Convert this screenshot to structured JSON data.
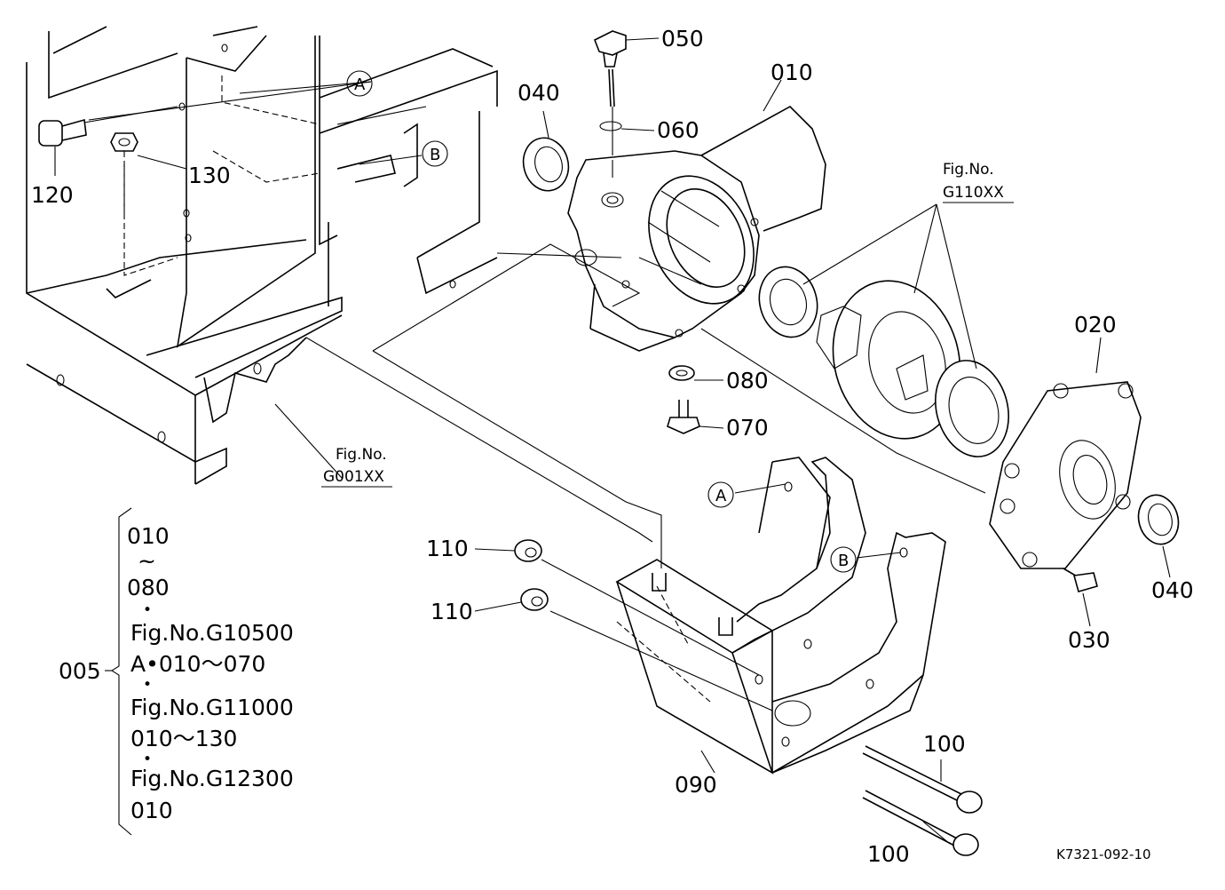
{
  "callouts": [
    {
      "id": "c050",
      "text": "050"
    },
    {
      "id": "c010",
      "text": "010"
    },
    {
      "id": "c040a",
      "text": "040"
    },
    {
      "id": "c060",
      "text": "060"
    },
    {
      "id": "c130",
      "text": "130"
    },
    {
      "id": "c120",
      "text": "120"
    },
    {
      "id": "c020",
      "text": "020"
    },
    {
      "id": "c080",
      "text": "080"
    },
    {
      "id": "c070",
      "text": "070"
    },
    {
      "id": "c110a",
      "text": "110"
    },
    {
      "id": "c110b",
      "text": "110"
    },
    {
      "id": "c040b",
      "text": "040"
    },
    {
      "id": "c030",
      "text": "030"
    },
    {
      "id": "c100a",
      "text": "100"
    },
    {
      "id": "c090",
      "text": "090"
    },
    {
      "id": "c100b",
      "text": "100"
    },
    {
      "id": "c005",
      "text": "005"
    }
  ],
  "figure_refs": {
    "g110_line1": "Fig.No.",
    "g110_line2": "G110XX",
    "g001_line1": "Fig.No.",
    "g001_line2": "G001XX"
  },
  "ref_marks": {
    "a_top": "A",
    "b_top": "B",
    "a_bracket": "A",
    "b_bracket": "B"
  },
  "assembly_list": [
    "010",
    "~",
    "080",
    "•",
    "Fig.No.G10500",
    "A•010～070",
    "•",
    "Fig.No.G11000",
    "010～130",
    "•",
    "Fig.No.G12300",
    "010"
  ],
  "drawing_code": "K7321-092-10"
}
